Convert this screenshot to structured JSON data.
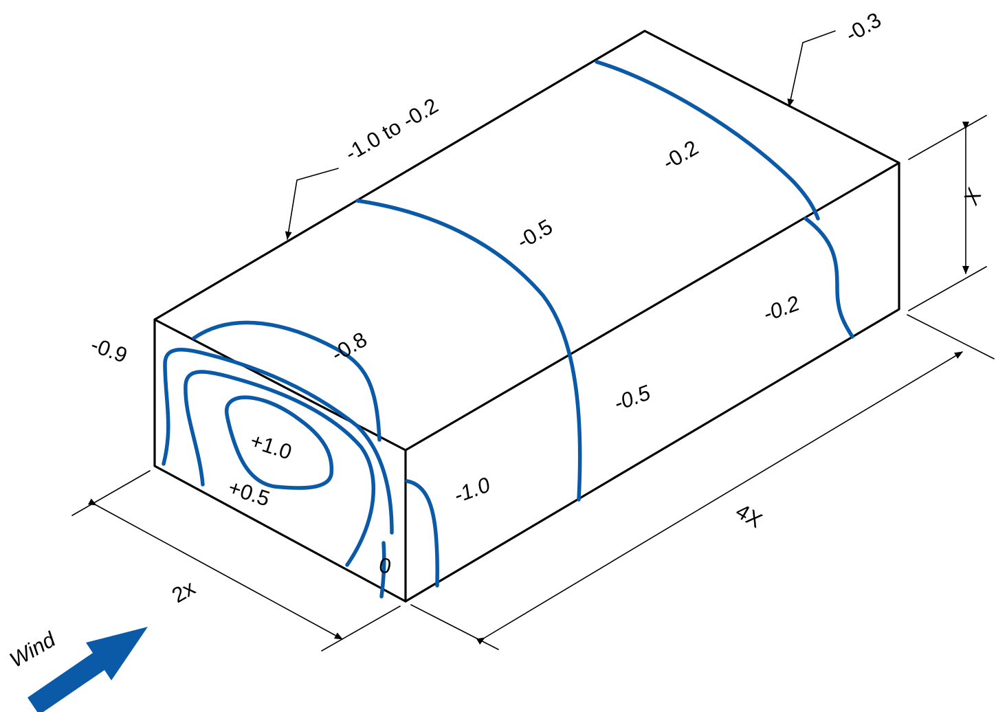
{
  "colors": {
    "contour": "#0a5aa8",
    "wind_arrow": "#0a5aa8",
    "lines": "#000000",
    "background": "#ffffff"
  },
  "labels": {
    "roof_range": "-1.0 to -0.2",
    "far_edge": "-0.3",
    "roof_front": "-0.8",
    "roof_mid": "-0.5",
    "roof_back": "-0.2",
    "side_front": "-1.0",
    "side_mid": "-0.5",
    "side_back": "-0.2",
    "windward_corner": "-0.9",
    "windward_center": "+1.0",
    "windward_ring": "+0.5",
    "windward_edge": "0"
  },
  "dimensions": {
    "width": "2x",
    "length": "4X",
    "height": "X"
  },
  "wind": {
    "label": "Wind"
  }
}
